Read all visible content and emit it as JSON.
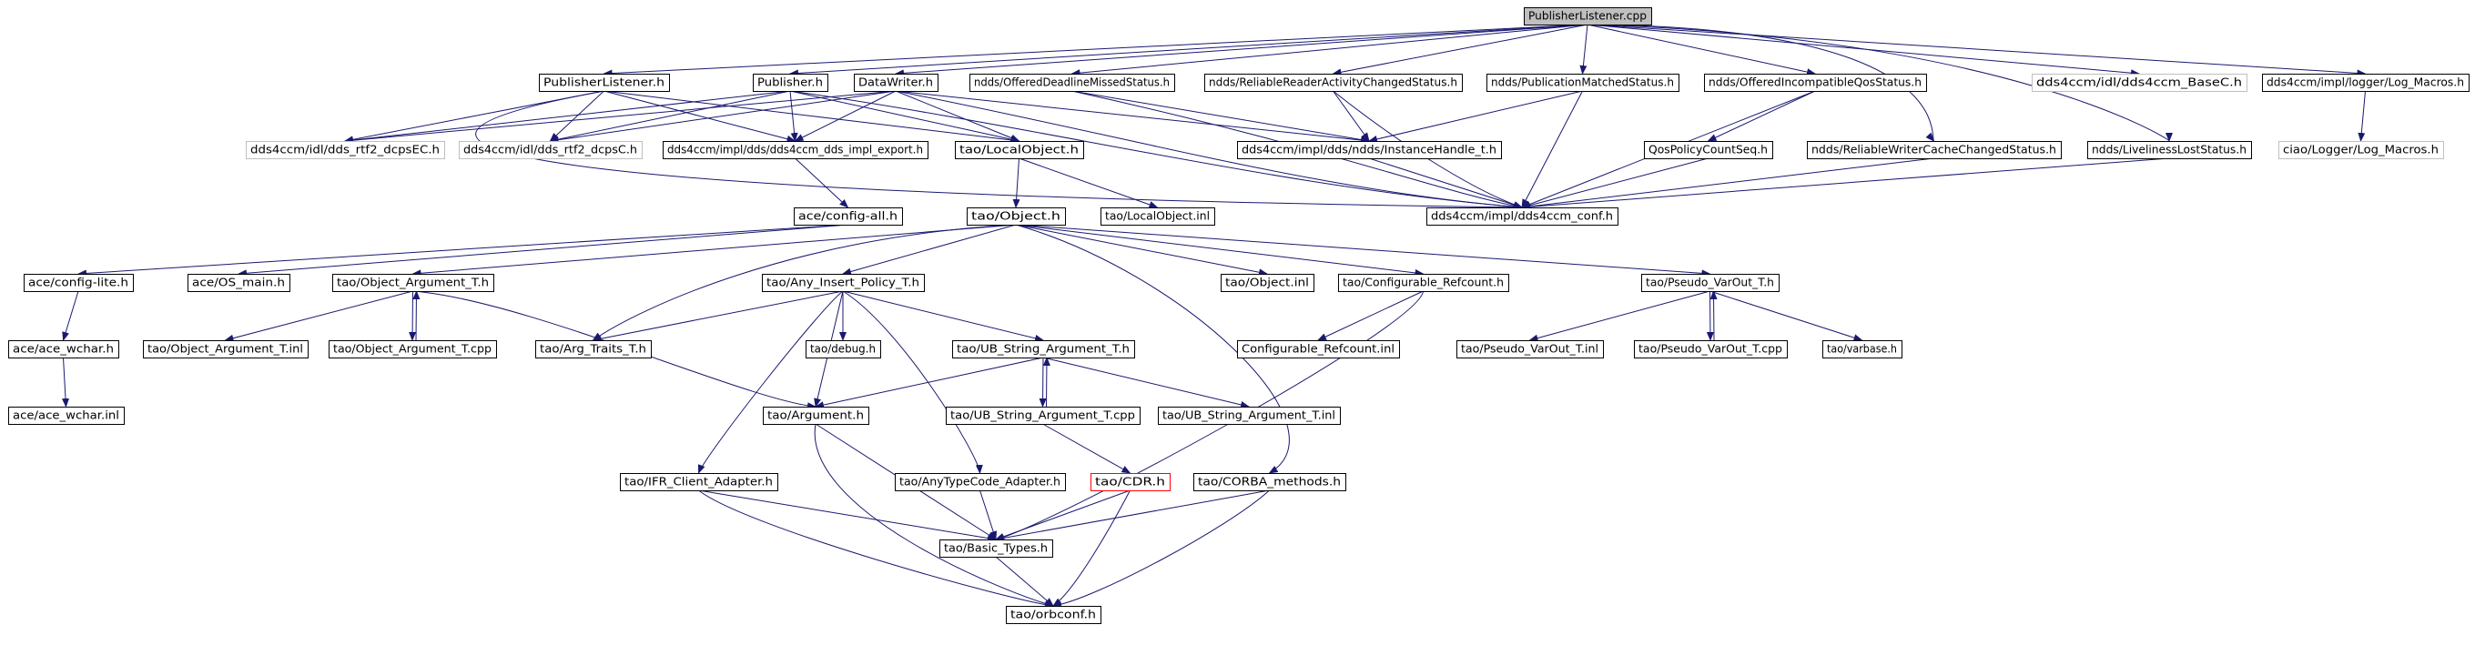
{
  "diagram": {
    "nodes": [
      {
        "id": "root",
        "label": "PublisherListener.cpp",
        "style": "root"
      },
      {
        "id": "pl_h",
        "label": "PublisherListener.h"
      },
      {
        "id": "pub_h",
        "label": "Publisher.h"
      },
      {
        "id": "dw_h",
        "label": "DataWriter.h"
      },
      {
        "id": "odms",
        "label": "ndds/OfferedDeadlineMissedStatus.h"
      },
      {
        "id": "rracs",
        "label": "ndds/ReliableReaderActivityChangedStatus.h"
      },
      {
        "id": "pms",
        "label": "ndds/PublicationMatchedStatus.h"
      },
      {
        "id": "oiqs",
        "label": "ndds/OfferedIncompatibleQosStatus.h"
      },
      {
        "id": "basec",
        "label": "dds4ccm/idl/dds4ccm_BaseC.h",
        "style": "grey"
      },
      {
        "id": "logm",
        "label": "dds4ccm/impl/logger/Log_Macros.h"
      },
      {
        "id": "ec_h",
        "label": "dds4ccm/idl/dds_rtf2_dcpsEC.h",
        "style": "grey"
      },
      {
        "id": "c_h",
        "label": "dds4ccm/idl/dds_rtf2_dcpsC.h",
        "style": "grey"
      },
      {
        "id": "export",
        "label": "dds4ccm/impl/dds/dds4ccm_dds_impl_export.h"
      },
      {
        "id": "localobj",
        "label": "tao/LocalObject.h"
      },
      {
        "id": "ih",
        "label": "dds4ccm/impl/dds/ndds/InstanceHandle_t.h"
      },
      {
        "id": "qpcs",
        "label": "QosPolicyCountSeq.h"
      },
      {
        "id": "rwccs",
        "label": "ndds/ReliableWriterCacheChangedStatus.h"
      },
      {
        "id": "lls",
        "label": "ndds/LivelinessLostStatus.h"
      },
      {
        "id": "ciaolog",
        "label": "ciao/Logger/Log_Macros.h",
        "style": "grey"
      },
      {
        "id": "conf",
        "label": "dds4ccm/impl/dds4ccm_conf.h"
      },
      {
        "id": "cfgall",
        "label": "ace/config-all.h"
      },
      {
        "id": "object_h",
        "label": "tao/Object.h"
      },
      {
        "id": "localobj_inl",
        "label": "tao/LocalObject.inl"
      },
      {
        "id": "cfglite",
        "label": "ace/config-lite.h"
      },
      {
        "id": "osmain",
        "label": "ace/OS_main.h"
      },
      {
        "id": "objarg_h",
        "label": "tao/Object_Argument_T.h"
      },
      {
        "id": "anyins",
        "label": "tao/Any_Insert_Policy_T.h"
      },
      {
        "id": "object_inl",
        "label": "tao/Object.inl"
      },
      {
        "id": "cfgref",
        "label": "tao/Configurable_Refcount.h"
      },
      {
        "id": "pvo_h",
        "label": "tao/Pseudo_VarOut_T.h"
      },
      {
        "id": "acewchar",
        "label": "ace/ace_wchar.h"
      },
      {
        "id": "objarg_inl",
        "label": "tao/Object_Argument_T.inl"
      },
      {
        "id": "objarg_cpp",
        "label": "tao/Object_Argument_T.cpp"
      },
      {
        "id": "argtraits",
        "label": "tao/Arg_Traits_T.h"
      },
      {
        "id": "debug",
        "label": "tao/debug.h"
      },
      {
        "id": "ubs_h",
        "label": "tao/UB_String_Argument_T.h"
      },
      {
        "id": "cfgref_inl",
        "label": "Configurable_Refcount.inl"
      },
      {
        "id": "pvo_inl",
        "label": "tao/Pseudo_VarOut_T.inl"
      },
      {
        "id": "pvo_cpp",
        "label": "tao/Pseudo_VarOut_T.cpp"
      },
      {
        "id": "varbase",
        "label": "tao/varbase.h"
      },
      {
        "id": "acewchar_inl",
        "label": "ace/ace_wchar.inl"
      },
      {
        "id": "argument",
        "label": "tao/Argument.h"
      },
      {
        "id": "ubs_cpp",
        "label": "tao/UB_String_Argument_T.cpp"
      },
      {
        "id": "ubs_inl",
        "label": "tao/UB_String_Argument_T.inl"
      },
      {
        "id": "ifr",
        "label": "tao/IFR_Client_Adapter.h"
      },
      {
        "id": "anytc",
        "label": "tao/AnyTypeCode_Adapter.h"
      },
      {
        "id": "cdr",
        "label": "tao/CDR.h",
        "style": "red"
      },
      {
        "id": "corba",
        "label": "tao/CORBA_methods.h"
      },
      {
        "id": "basic",
        "label": "tao/Basic_Types.h"
      },
      {
        "id": "orbconf",
        "label": "tao/orbconf.h"
      }
    ],
    "edges": [
      [
        "root",
        "pl_h"
      ],
      [
        "root",
        "pub_h"
      ],
      [
        "root",
        "dw_h"
      ],
      [
        "root",
        "odms"
      ],
      [
        "root",
        "rracs"
      ],
      [
        "root",
        "pms"
      ],
      [
        "root",
        "oiqs"
      ],
      [
        "root",
        "basec"
      ],
      [
        "root",
        "logm"
      ],
      [
        "root",
        "rwccs"
      ],
      [
        "root",
        "lls"
      ],
      [
        "pl_h",
        "ec_h"
      ],
      [
        "pl_h",
        "c_h"
      ],
      [
        "pl_h",
        "export"
      ],
      [
        "pl_h",
        "localobj"
      ],
      [
        "pl_h",
        "conf"
      ],
      [
        "pub_h",
        "ec_h"
      ],
      [
        "pub_h",
        "c_h"
      ],
      [
        "pub_h",
        "export"
      ],
      [
        "pub_h",
        "localobj"
      ],
      [
        "pub_h",
        "conf"
      ],
      [
        "dw_h",
        "ec_h"
      ],
      [
        "dw_h",
        "c_h"
      ],
      [
        "dw_h",
        "export"
      ],
      [
        "dw_h",
        "localobj"
      ],
      [
        "dw_h",
        "ih"
      ],
      [
        "dw_h",
        "conf"
      ],
      [
        "odms",
        "ih"
      ],
      [
        "odms",
        "conf"
      ],
      [
        "rracs",
        "ih"
      ],
      [
        "rracs",
        "conf"
      ],
      [
        "pms",
        "ih"
      ],
      [
        "pms",
        "conf"
      ],
      [
        "oiqs",
        "qpcs"
      ],
      [
        "oiqs",
        "conf"
      ],
      [
        "qpcs",
        "conf"
      ],
      [
        "rwccs",
        "conf"
      ],
      [
        "lls",
        "conf"
      ],
      [
        "ih",
        "conf"
      ],
      [
        "logm",
        "ciaolog"
      ],
      [
        "export",
        "cfgall"
      ],
      [
        "localobj",
        "object_h"
      ],
      [
        "localobj",
        "localobj_inl"
      ],
      [
        "cfgall",
        "cfglite"
      ],
      [
        "cfgall",
        "osmain"
      ],
      [
        "cfglite",
        "acewchar"
      ],
      [
        "acewchar",
        "acewchar_inl"
      ],
      [
        "object_h",
        "objarg_h"
      ],
      [
        "object_h",
        "anyins"
      ],
      [
        "object_h",
        "argtraits"
      ],
      [
        "object_h",
        "object_inl"
      ],
      [
        "object_h",
        "cfgref"
      ],
      [
        "object_h",
        "pvo_h"
      ],
      [
        "object_h",
        "corba"
      ],
      [
        "objarg_h",
        "objarg_inl"
      ],
      [
        "objarg_h",
        "objarg_cpp"
      ],
      [
        "objarg_cpp",
        "objarg_h"
      ],
      [
        "objarg_h",
        "argument"
      ],
      [
        "anyins",
        "argtraits"
      ],
      [
        "anyins",
        "debug"
      ],
      [
        "anyins",
        "ubs_h"
      ],
      [
        "anyins",
        "argument"
      ],
      [
        "anyins",
        "ifr"
      ],
      [
        "anyins",
        "anytc"
      ],
      [
        "cfgref",
        "cfgref_inl"
      ],
      [
        "cfgref",
        "basic"
      ],
      [
        "pvo_h",
        "pvo_inl"
      ],
      [
        "pvo_h",
        "pvo_cpp"
      ],
      [
        "pvo_cpp",
        "pvo_h"
      ],
      [
        "pvo_h",
        "varbase"
      ],
      [
        "ubs_h",
        "argument"
      ],
      [
        "ubs_h",
        "ubs_cpp"
      ],
      [
        "ubs_cpp",
        "ubs_h"
      ],
      [
        "ubs_h",
        "ubs_inl"
      ],
      [
        "ubs_cpp",
        "cdr"
      ],
      [
        "argument",
        "basic"
      ],
      [
        "argument",
        "orbconf"
      ],
      [
        "ifr",
        "basic"
      ],
      [
        "ifr",
        "orbconf"
      ],
      [
        "anytc",
        "basic"
      ],
      [
        "cdr",
        "basic"
      ],
      [
        "cdr",
        "orbconf"
      ],
      [
        "corba",
        "basic"
      ],
      [
        "corba",
        "orbconf"
      ],
      [
        "basic",
        "orbconf"
      ]
    ]
  }
}
